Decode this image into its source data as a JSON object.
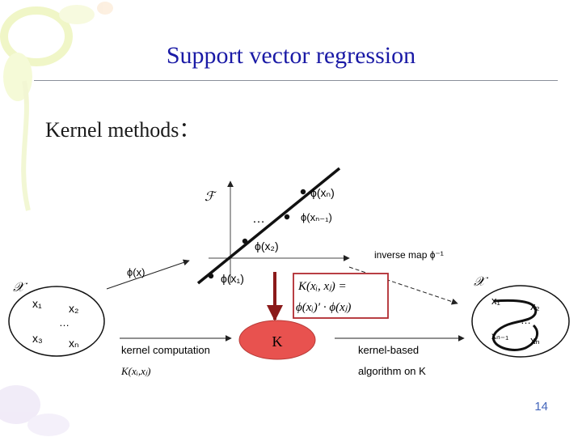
{
  "slide": {
    "title": "Support vector regression",
    "subtitle": "Kernel methods：",
    "page_number": "14"
  },
  "colors": {
    "title": "#1a1aa6",
    "kernel_node_fill": "#e8524f",
    "highlight_box": "#b02a30",
    "arrow_dark_red": "#8b1a1a"
  },
  "diagram": {
    "feature_space_label": "ℱ",
    "feature_points": [
      "ϕ(xₙ)",
      "ϕ(xₙ₋₁)",
      "ϕ(x₂)",
      "ϕ(x₁)"
    ],
    "dots_label": "…",
    "phi_map_label": "ϕ(x)",
    "inverse_map_label": "inverse map ϕ⁻¹",
    "input_space_label": "𝒳",
    "input_set": {
      "x1": "x₁",
      "x2": "x₂",
      "dots": "…",
      "x3": "x₃",
      "xn": "xₙ"
    },
    "output_space_label": "𝒳",
    "output_set": {
      "x1": "x₁",
      "x2": "x₂",
      "dots": "…",
      "xn1": "xₙ₋₁",
      "xn": "xₙ"
    },
    "kernel_eq_line1": "K(xᵢ, xⱼ) =",
    "kernel_eq_line2": "ϕ(xᵢ)′ · ϕ(xⱼ)",
    "kernel_node_label": "K",
    "kernel_computation_label": "kernel computation",
    "kernel_computation_sub": "K(xᵢ,xⱼ)",
    "kernel_based_label": "kernel-based",
    "algorithm_label": "algorithm on K"
  }
}
